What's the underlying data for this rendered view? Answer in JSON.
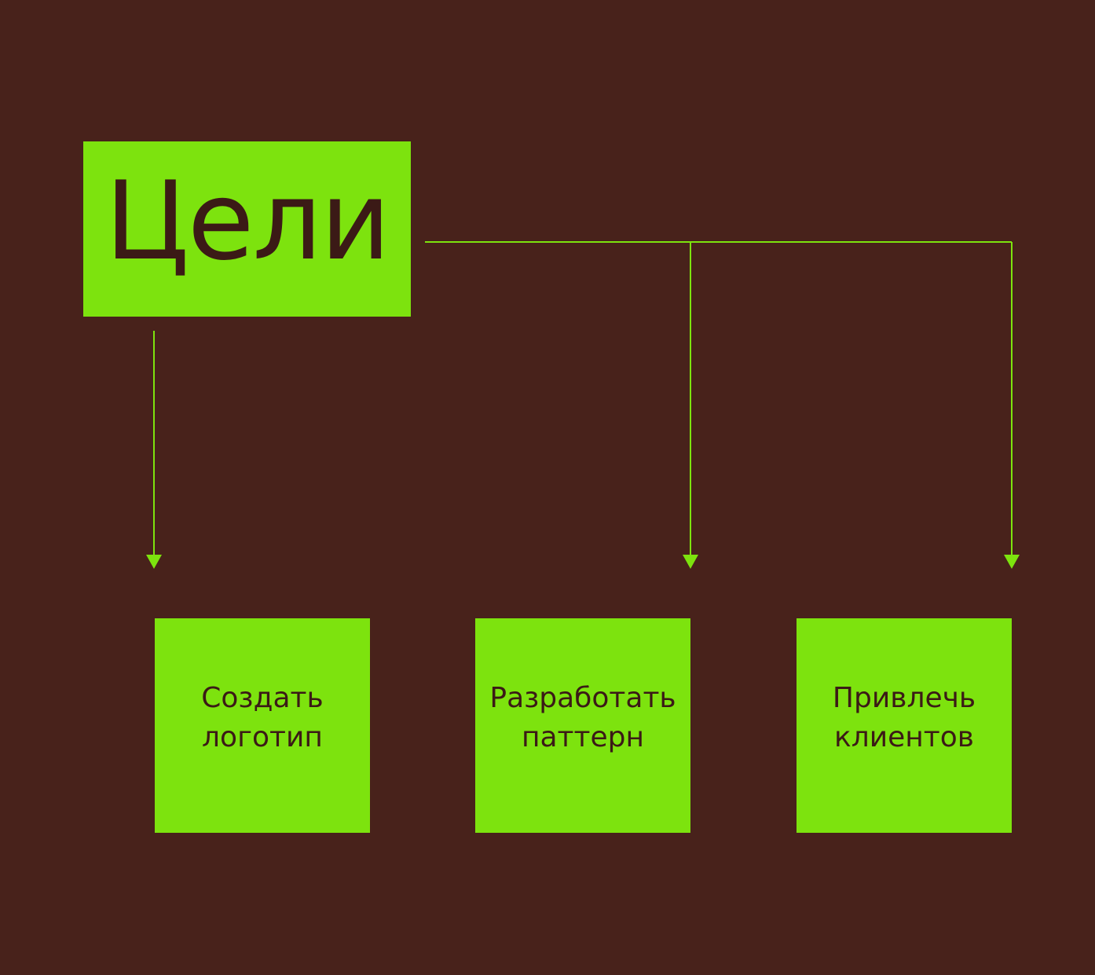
{
  "diagram": {
    "root": {
      "label": "Цели"
    },
    "children": [
      {
        "label": "Создать\nлоготип"
      },
      {
        "label": "Разработать\nпаттерн"
      },
      {
        "label": "Привлечь\nклиентов"
      }
    ],
    "colors": {
      "background": "#48221b",
      "box": "#7de30e",
      "text": "#3b1a16",
      "connector": "#7de30e"
    }
  }
}
